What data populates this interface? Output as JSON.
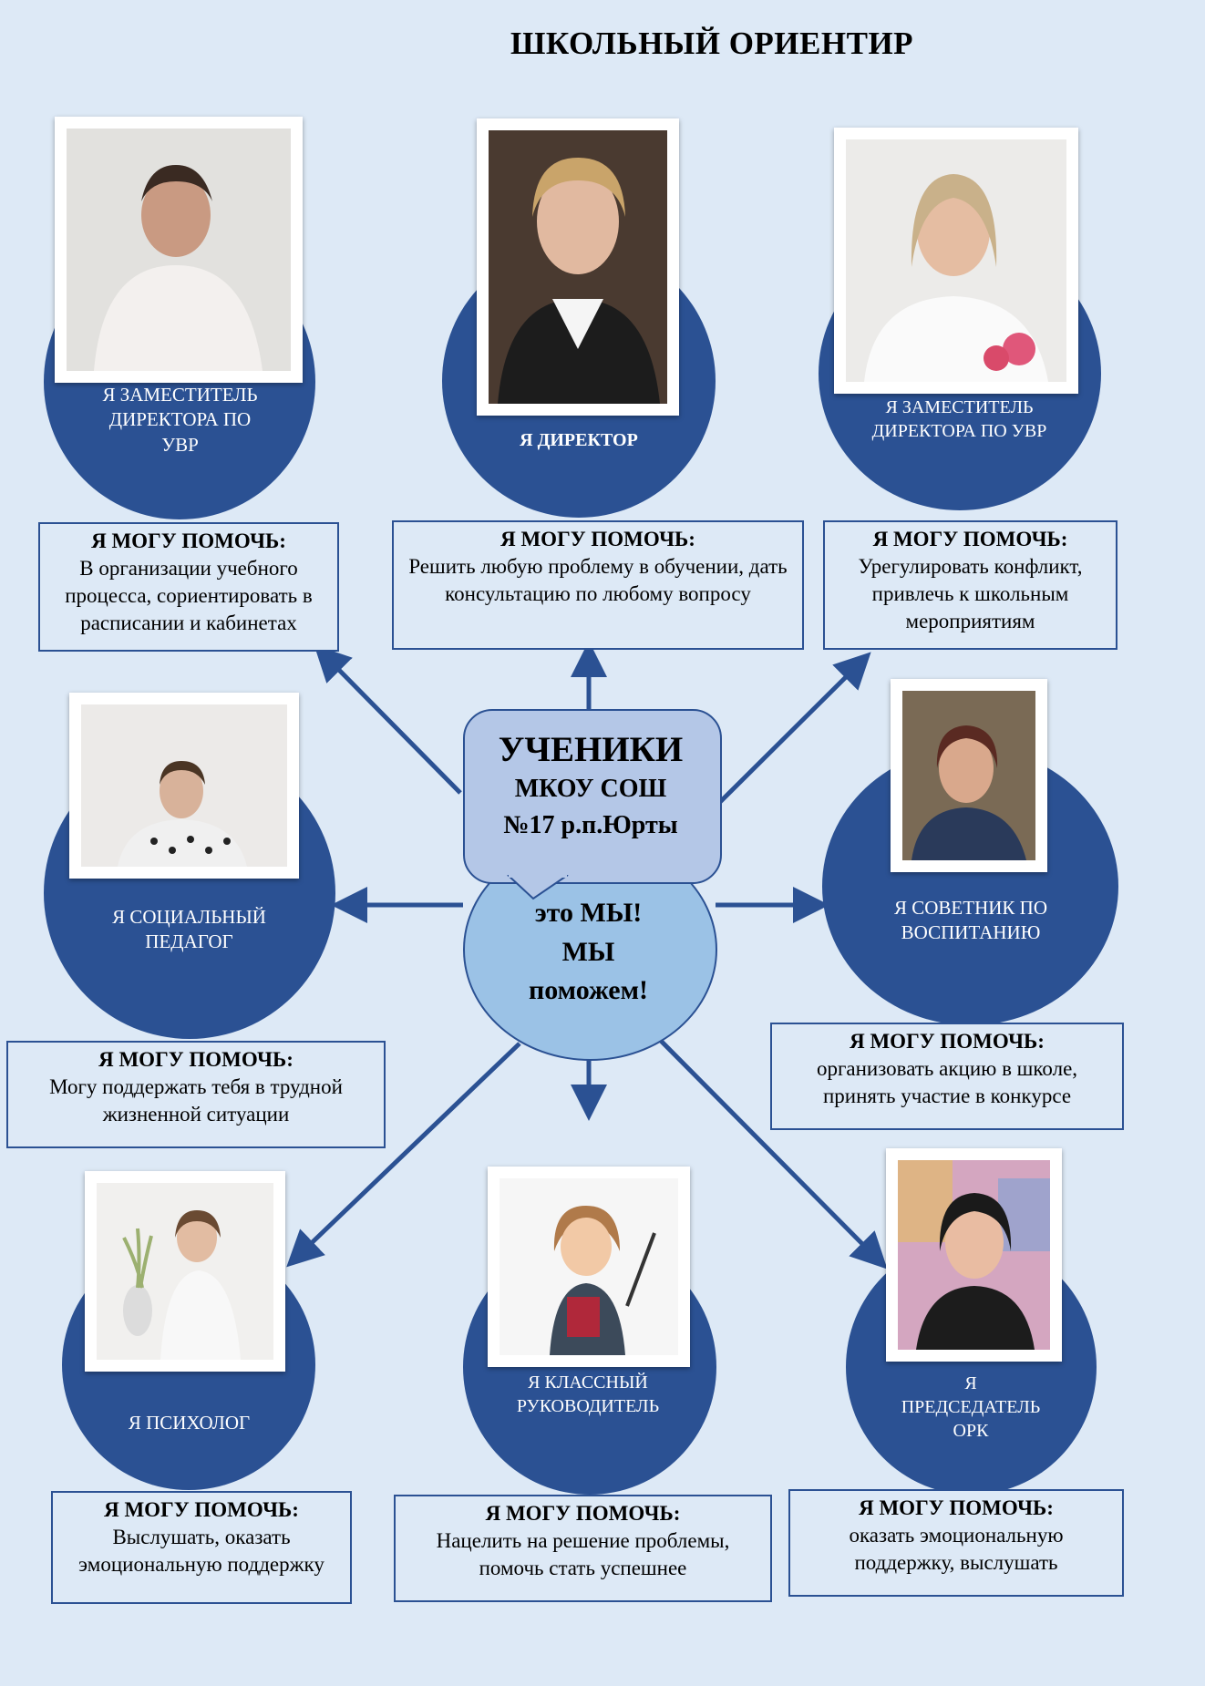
{
  "title": "ШКОЛЬНЫЙ ОРИЕНТИР",
  "help_heading": "Я МОГУ ПОМОЧЬ:",
  "center": {
    "line1": "УЧЕНИКИ",
    "line2": "МКОУ СОШ",
    "line3": "№17 р.п.Юрты",
    "line4": "это МЫ!",
    "line5": "МЫ",
    "line6": "поможем!"
  },
  "roles": {
    "deputy_left": "Я ЗАМЕСТИТЕЛЬ ДИРЕКТОРА ПО УВР",
    "director": "Я ДИРЕКТОР",
    "deputy_right": "Я ЗАМЕСТИТЕЛЬ ДИРЕКТОРА ПО УВР",
    "social": "Я СОЦИАЛЬНЫЙ ПЕДАГОГ",
    "advisor": "Я СОВЕТНИК ПО ВОСПИТАНИЮ",
    "psychologist": "Я ПСИХОЛОГ",
    "teacher": "Я КЛАССНЫЙ РУКОВОДИТЕЛЬ",
    "chair": "Я ПРЕДСЕДАТЕЛЬ ОРК"
  },
  "help": {
    "deputy_left": "В организации учебного процесса, сориентировать в расписании и кабинетах",
    "director": "Решить любую проблему в обучении, дать консультацию по любому вопросу",
    "deputy_right": "Урегулировать конфликт, привлечь к школьным мероприятиям",
    "social": "Могу поддержать тебя в трудной жизненной ситуации",
    "advisor": "организовать акцию в школе, принять участие в конкурсе",
    "psychologist": "Выслушать, оказать эмоциональную поддержку",
    "teacher": "Нацелить на решение проблемы, помочь стать успешнее",
    "chair": "оказать эмоциональную поддержку, выслушать"
  },
  "colors": {
    "background": "#dde9f6",
    "circle": "#2b5193",
    "bubble": "#b4c7e7",
    "center_circle": "#9bc2e6"
  }
}
